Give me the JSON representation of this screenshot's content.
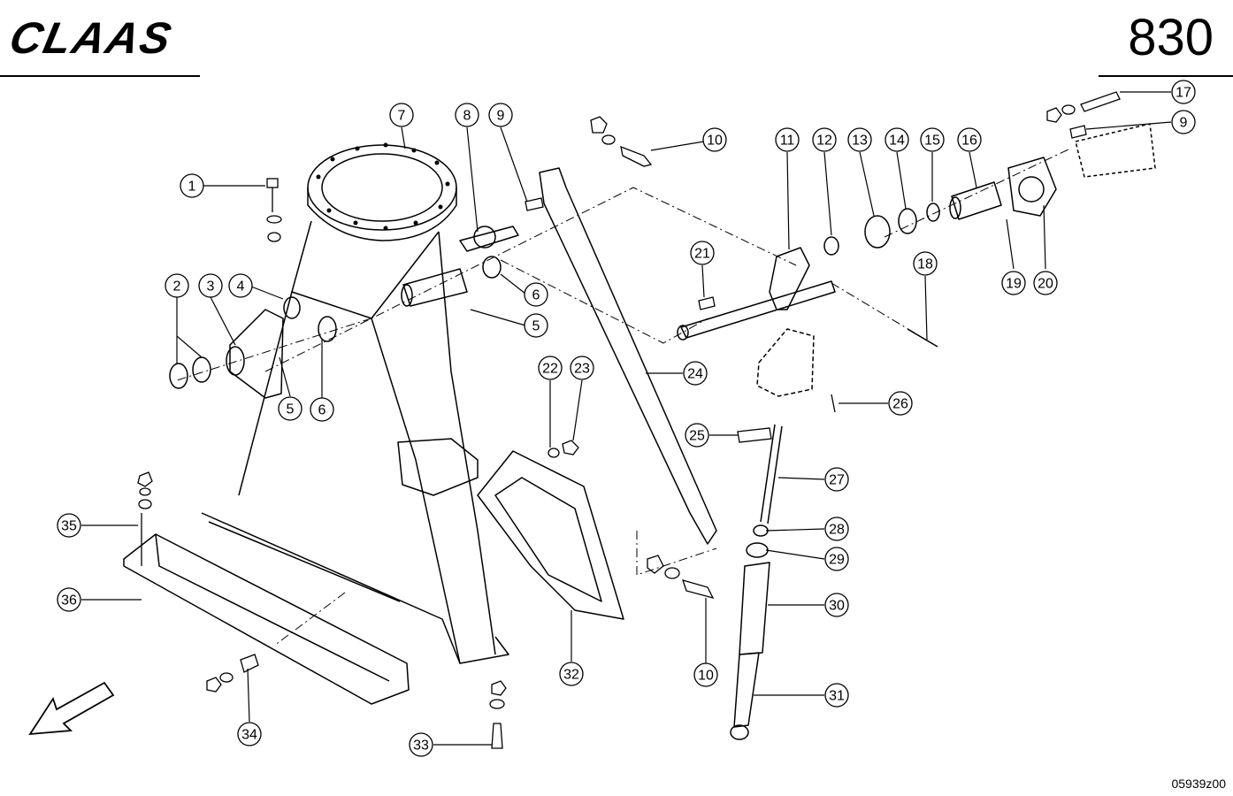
{
  "header": {
    "brand": "CLAAS",
    "page_number": "830"
  },
  "footer": {
    "drawing_code": "05939z00"
  },
  "callouts": [
    {
      "label": "1",
      "part": 1
    },
    {
      "label": "2",
      "part": 2
    },
    {
      "label": "3",
      "part": 3
    },
    {
      "label": "4",
      "part": 4
    },
    {
      "label": "5",
      "part": 5
    },
    {
      "label": "5",
      "part": 5
    },
    {
      "label": "6",
      "part": 6
    },
    {
      "label": "6",
      "part": 6
    },
    {
      "label": "7",
      "part": 7
    },
    {
      "label": "8",
      "part": 8
    },
    {
      "label": "9",
      "part": 9
    },
    {
      "label": "9",
      "part": 9
    },
    {
      "label": "10",
      "part": 10
    },
    {
      "label": "10",
      "part": 10
    },
    {
      "label": "11",
      "part": 11
    },
    {
      "label": "12",
      "part": 12
    },
    {
      "label": "13",
      "part": 13
    },
    {
      "label": "14",
      "part": 14
    },
    {
      "label": "15",
      "part": 15
    },
    {
      "label": "16",
      "part": 16
    },
    {
      "label": "17",
      "part": 17
    },
    {
      "label": "18",
      "part": 18
    },
    {
      "label": "19",
      "part": 19
    },
    {
      "label": "20",
      "part": 20
    },
    {
      "label": "21",
      "part": 21
    },
    {
      "label": "22",
      "part": 22
    },
    {
      "label": "23",
      "part": 23
    },
    {
      "label": "24",
      "part": 24
    },
    {
      "label": "25",
      "part": 25
    },
    {
      "label": "26",
      "part": 26
    },
    {
      "label": "27",
      "part": 27
    },
    {
      "label": "28",
      "part": 28
    },
    {
      "label": "29",
      "part": 29
    },
    {
      "label": "30",
      "part": 30
    },
    {
      "label": "31",
      "part": 31
    },
    {
      "label": "32",
      "part": 32
    },
    {
      "label": "33",
      "part": 33
    },
    {
      "label": "34",
      "part": 34
    },
    {
      "label": "35",
      "part": 35
    },
    {
      "label": "36",
      "part": 36
    }
  ]
}
